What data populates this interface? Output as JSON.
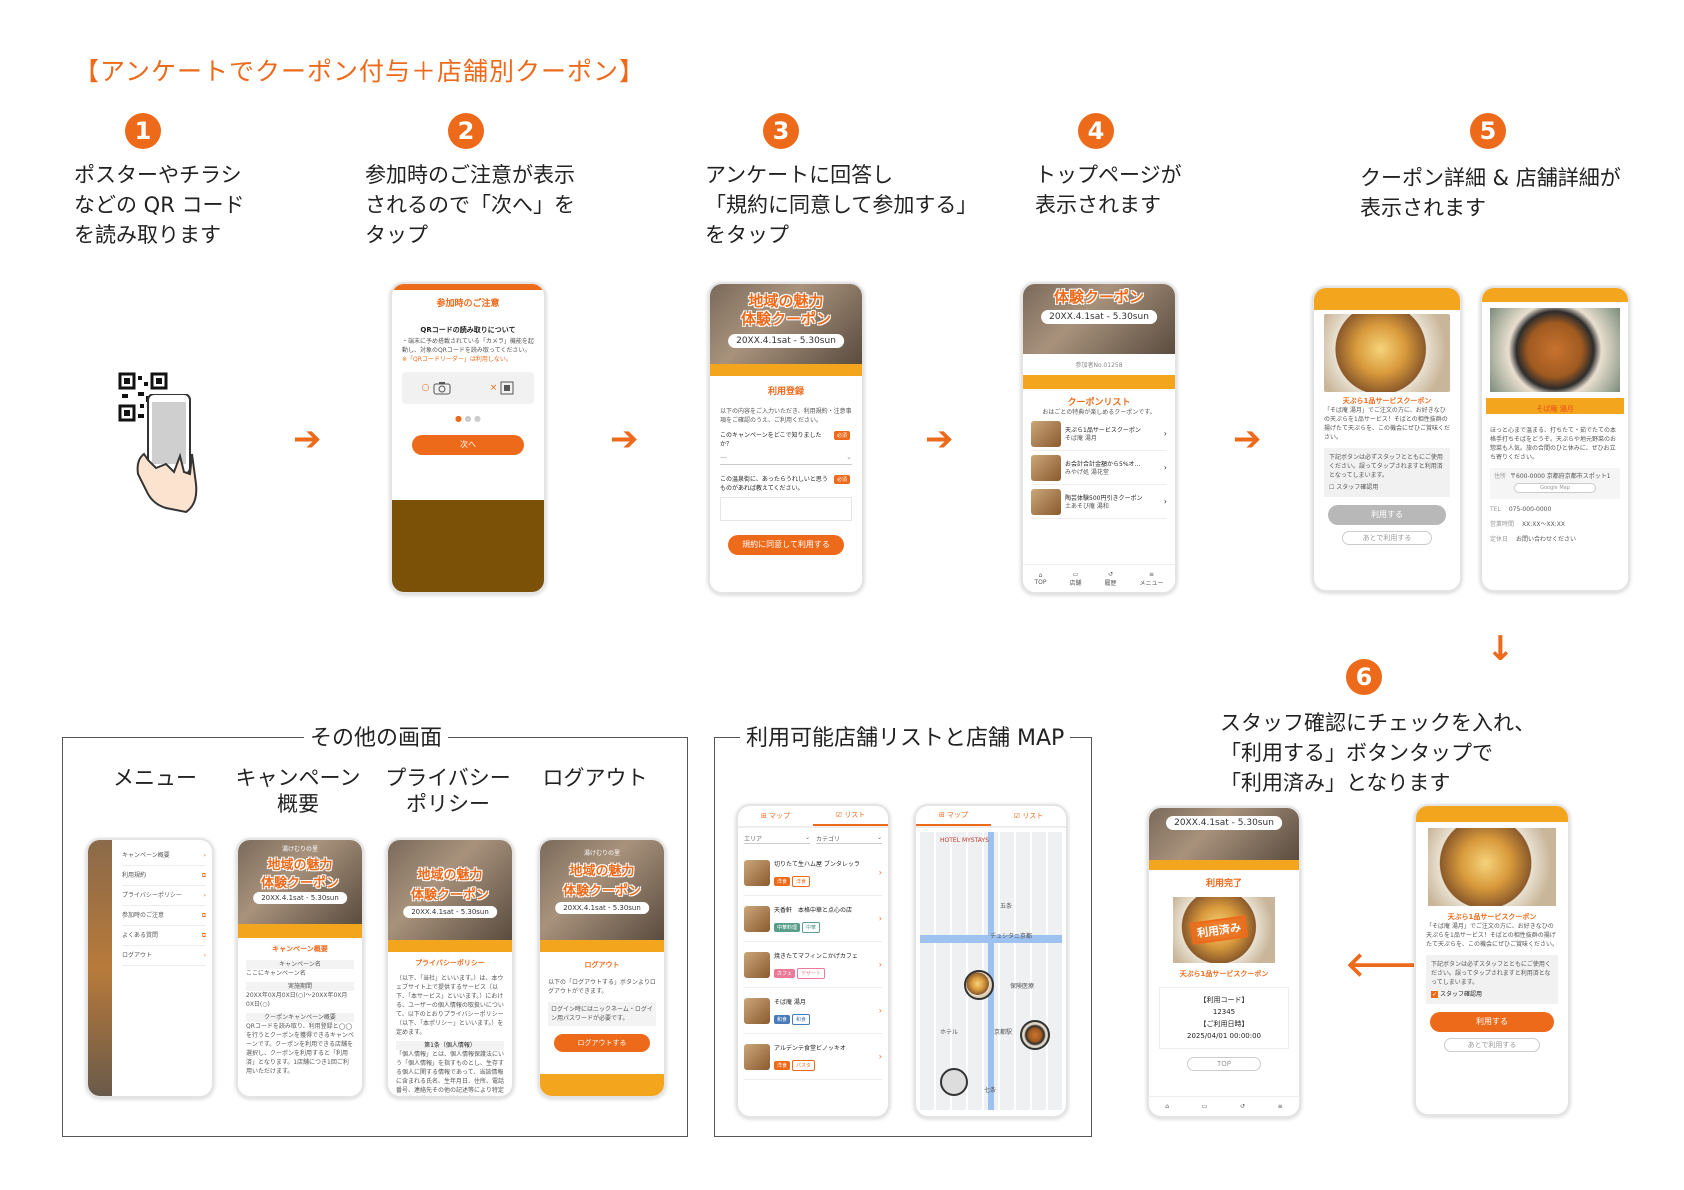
{
  "title": "【アンケートでクーポン付与＋店舗別クーポン】",
  "steps": [
    {
      "num": "1",
      "text": "ポスターやチラシ\nなどの QR コード\nを読み取ります"
    },
    {
      "num": "2",
      "text": "参加時のご注意が表示\nされるので「次へ」を\nタップ"
    },
    {
      "num": "3",
      "text": "アンケートに回答し\n「規約に同意して参加する」\nをタップ"
    },
    {
      "num": "4",
      "text": "トップページが\n表示されます"
    },
    {
      "num": "5",
      "text": "クーポン詳細 & 店舗詳細が\n表示されます"
    },
    {
      "num": "6",
      "text": "スタッフ確認にチェックを入れ、\n「利用する」ボタンタップで\n「利用済み」となります"
    }
  ],
  "arrow_right": "➔",
  "arrow_down": "↓",
  "arrow_left": "🡐",
  "banner": {
    "title1": "地域の魅力",
    "title2": "体験クーポン",
    "date": "20XX.4.1sat - 5.30sun",
    "brand": "湯けむりの里"
  },
  "screen2": {
    "header": "参加時のご注意",
    "heading": "QRコードの読み取りについて",
    "body": "・端末に予め搭載されている「カメラ」機能を起動し、対象のQRコードを読み取ってください。",
    "note": "※「QRコードリーダー」は利用しない。",
    "ok_mark": "○",
    "ng_mark": "×",
    "button": "次へ"
  },
  "screen3": {
    "section": "利用登録",
    "intro": "以下の内容をご入力いただき、利用規約・注意事項をご確認のうえ、ご利用ください。",
    "q1": "このキャンペーンをどこで知りましたか？",
    "q1_placeholder": "—",
    "q2": "この温泉街に、あったらうれしいと思うものがあれば教えてください。",
    "required": "必須",
    "button": "規約に同意して利用する"
  },
  "screen4": {
    "member_no": "参加者No.01258",
    "list_title": "クーポンリスト",
    "list_sub": "おはごとの特典が楽しめるクーポンです。",
    "items": [
      {
        "name": "天ぷら1品サービスクーポン",
        "shop": "そば庵 湯月"
      },
      {
        "name": "お会計合計金額から5%オ...",
        "shop": "みやげ処 湯花堂"
      },
      {
        "name": "陶芸体験500円引きクーポン",
        "shop": "土あそび庵 湯和"
      }
    ],
    "nav": [
      "TOP",
      "店舗",
      "履歴",
      "メニュー"
    ]
  },
  "screen5a": {
    "coupon": "天ぷら1品サービスクーポン",
    "desc": "「そば庵 湯月」でご注文の方に、お好きなひの天ぷらを1品サービス！そばとの相性抜群の揚げたて天ぷらを、この機会にぜひご賞味ください。",
    "staff_note": "下記ボタンは必ずスタッフとともにご使用ください。誤ってタップされますと利用済となってしまいます。",
    "staff_check": "スタッフ確認用",
    "use_button": "利用する",
    "later_button": "あとで利用する"
  },
  "screen5b": {
    "shop": "そば庵 湯月",
    "desc": "ほっと心まで温まる、打ちたて・茹でたての本格手打ちそばをどうぞ。天ぷらや地元野菜のお惣菜も人気。旅の合間のひと休みに、ぜひお立ち寄りください。",
    "address_label": "住所",
    "address": "〒600-0000 京都府京都市スポット1",
    "map_link": "Google Map",
    "tel_label": "TEL",
    "tel": "075-000-0000",
    "hours_label": "営業時間",
    "hours": "XX:XX〜XX:XX",
    "holiday_label": "定休日",
    "holiday": "お問い合わせください"
  },
  "screen6a": {
    "done_title": "利用完了",
    "stamp": "利用済み",
    "coupon": "天ぷら1品サービスクーポン",
    "code_label": "【利用コード】",
    "code": "12345",
    "date_label": "【ご利用日時】",
    "date": "2025/04/01 00:00:00",
    "top_button": "TOP"
  },
  "screen6b": {
    "coupon": "天ぷら1品サービスクーポン",
    "desc": "「そば庵 湯月」でご注文の方に、お好きなひの天ぷらを1品サービス！そばとの相性抜群の揚げたて天ぷらを、この機会にぜひご賞味ください。",
    "staff_note": "下記ボタンは必ずスタッフとともにご使用ください。誤ってタップされますと利用済となってしまいます。",
    "staff_check": "スタッフ確認用",
    "use_button": "利用する",
    "later_button": "あとで利用する"
  },
  "other": {
    "frame_title": "その他の画面",
    "labels": [
      "メニュー",
      "キャンペーン\n概要",
      "プライバシー\nポリシー",
      "ログアウト"
    ],
    "menu_items": [
      "キャンペーン概要",
      "利用規約",
      "プライバシーポリシー",
      "参加時のご注意",
      "よくある質問",
      "ログアウト"
    ],
    "campaign": {
      "section": "キャンペーン概要",
      "name_label": "キャンペーン名",
      "name": "ここにキャンペーン名",
      "period_label": "実施期間",
      "period": "20XX年0X月0X日(○)〜20XX年0X月0X日(○)",
      "outline_label": "クーポンキャンペーン概要",
      "outline": "QRコードを読み取り、利用登録と◯◯を行うとクーポンを獲得できるキャンペーンです。クーポンを利用できる店舗を選択し、クーポンを利用すると「利用済」となります。1店舗につき1回ご利用いただけます。"
    },
    "privacy": {
      "section": "プライバシーポリシー",
      "body": "（以下、「当社」といいます。）は、本ウェブサイト上で提供するサービス（以下、「本サービス」といいます。）における、ユーザーの個人情報の取扱いについて、以下のとおりプライバシーポリシー（以下、「本ポリシー」といいます。）を定めます。",
      "article": "第1条（個人情報）",
      "article_body": "「個人情報」とは、個人情報保護法にいう「個人情報」を指すものとし、生存する個人に関する情報であって、当該情報に含まれる氏名、生年月日、住所、電話番号、連絡先その他の記述等により特定の個人を識別できる情報を指します。"
    },
    "logout": {
      "section": "ログアウト",
      "body": "以下の「ログアウトする」ボタンよりログアウトができます。",
      "note": "ログイン時にはニックネーム・ログイン用パスワードが必要です。",
      "button": "ログアウトする"
    }
  },
  "stores": {
    "frame_title": "利用可能店舗リストと店舗 MAP",
    "tab_map": "マップ",
    "tab_list": "リスト",
    "filter_area": "エリア",
    "filter_category": "カテゴリ",
    "items": [
      {
        "name": "切りたて生ハム屋 ブンタレッラ",
        "tags": [
          "洋食",
          "洋食"
        ]
      },
      {
        "name": "天香軒　本格中華と点心の店",
        "tags": [
          "中華料理",
          "中華"
        ]
      },
      {
        "name": "焼きたてマフィンこかげカフェ",
        "tags": [
          "カフェ",
          "デザート"
        ]
      },
      {
        "name": "そば庵 湯月",
        "tags": [
          "和食",
          "和食"
        ]
      },
      {
        "name": "アルデンテ食堂ビノッキオ",
        "tags": [
          "洋食",
          "パスタ"
        ]
      }
    ],
    "map_labels": [
      "HOTEL MYSTAYS",
      "五条",
      "デュシタニ京都",
      "保険医療",
      "ホテル",
      "京都駅",
      "七条"
    ]
  },
  "colors": {
    "accent": "#ee6a1b",
    "band": "#f3a51d",
    "text": "#222222",
    "frame": "#555555"
  },
  "icons": [
    "qr-code-icon",
    "hand-phone-icon",
    "camera-icon",
    "home-icon",
    "store-icon",
    "history-icon",
    "menu-icon",
    "map-icon",
    "list-icon",
    "map-pin-icon"
  ]
}
